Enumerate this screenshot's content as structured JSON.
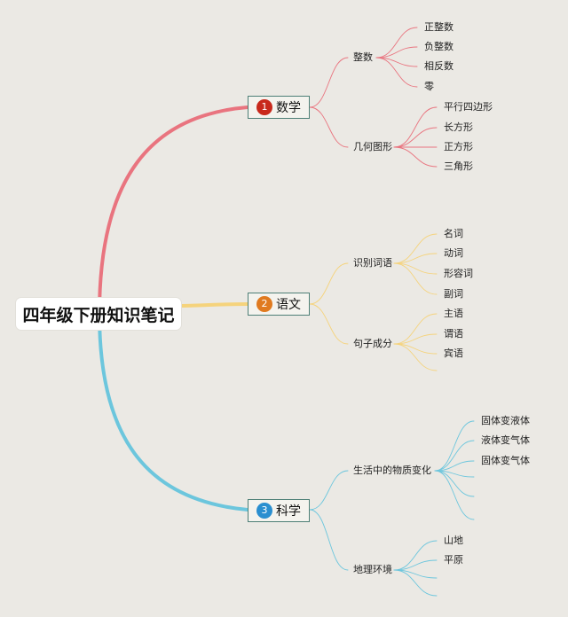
{
  "title": "四年级下册知识笔记",
  "colors": {
    "background": "#ebe9e4",
    "math": "#e9747f",
    "chinese": "#f5d37c",
    "science": "#6cc6dd",
    "box_border": "#4d7f76"
  },
  "branches": [
    {
      "number": "1",
      "label": "数学",
      "color": "#e9747f",
      "badge": "#c8291c",
      "groups": [
        {
          "label": "整数",
          "items": [
            "正整数",
            "负整数",
            "相反数",
            "零"
          ]
        },
        {
          "label": "几何图形",
          "items": [
            "平行四边形",
            "长方形",
            "正方形",
            "三角形"
          ]
        }
      ]
    },
    {
      "number": "2",
      "label": "语文",
      "color": "#f5d37c",
      "badge": "#e07a1f",
      "groups": [
        {
          "label": "识别词语",
          "items": [
            "名词",
            "动词",
            "形容词",
            "副词"
          ]
        },
        {
          "label": "句子成分",
          "items": [
            "主语",
            "谓语",
            "宾语"
          ]
        }
      ]
    },
    {
      "number": "3",
      "label": "科学",
      "color": "#6cc6dd",
      "badge": "#2a8fd0",
      "groups": [
        {
          "label": "生活中的物质变化",
          "items": [
            "固体变液体",
            "液体变气体",
            "固体变气体"
          ]
        },
        {
          "label": "地理环境",
          "items": [
            "山地",
            "平原"
          ]
        }
      ]
    }
  ]
}
